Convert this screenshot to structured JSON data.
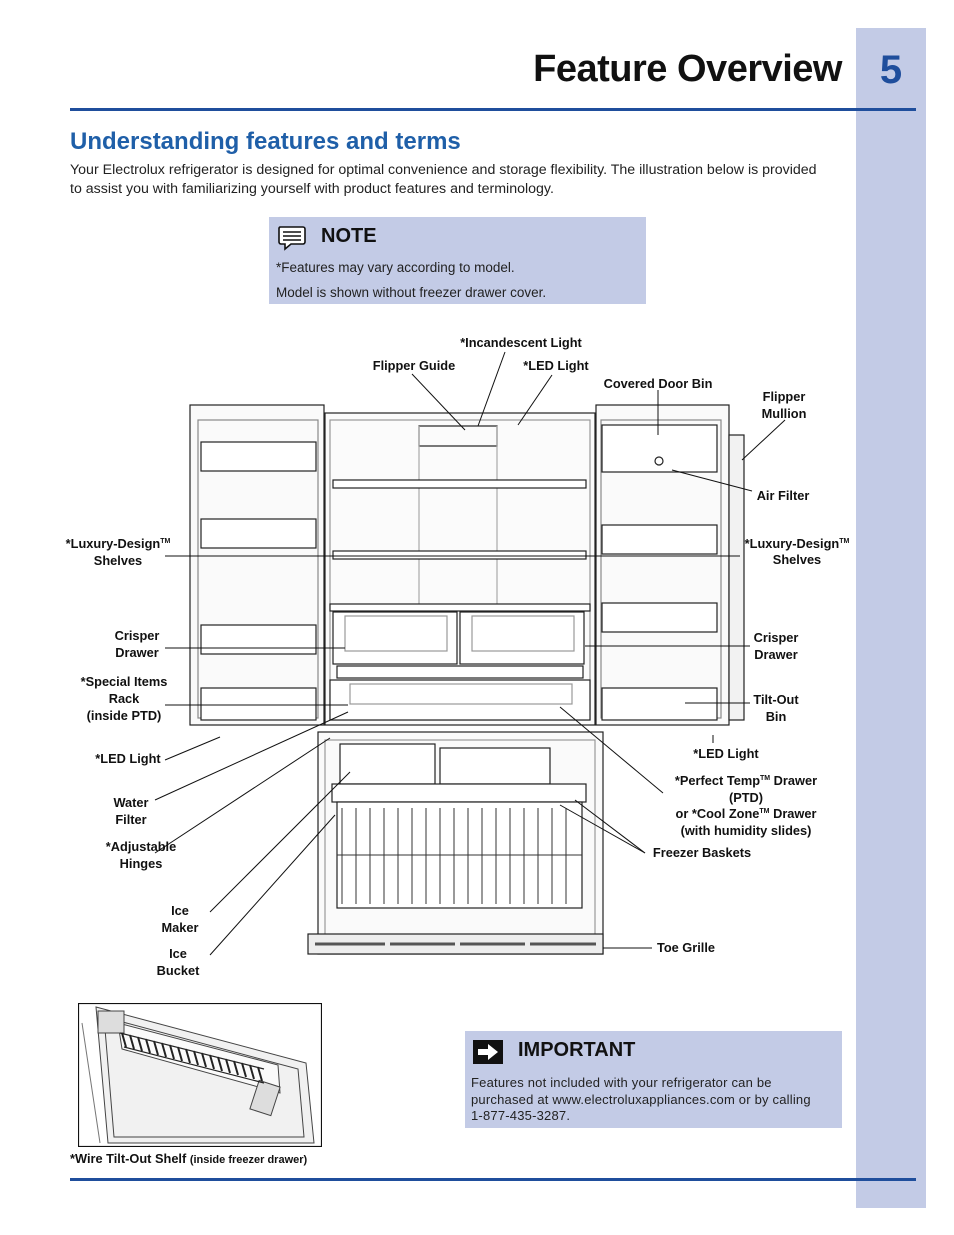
{
  "page": {
    "number": "5",
    "title": "Feature Overview"
  },
  "section": {
    "heading": "Understanding features and terms",
    "intro": "Your Electrolux refrigerator is designed for optimal convenience and storage flexibility.  The illustration below is provided to assist you with familiarizing yourself with product features and terminology."
  },
  "note": {
    "title": "NOTE",
    "icon": "note-icon",
    "lines": [
      "*Features may vary according to model.",
      "Model is shown without freezer drawer cover."
    ]
  },
  "important": {
    "title": "IMPORTANT",
    "icon": "arrow-right-icon",
    "text": "Features not included with your refrigerator can be purchased at www.electroluxappliances.com or by calling 1-877-435-3287."
  },
  "labels": {
    "incandescent_light": "*Incandescent Light",
    "flipper_guide": "Flipper Guide",
    "led_light_top": "*LED Light",
    "covered_door_bin": "Covered Door Bin",
    "flipper_mullion": [
      "Flipper",
      "Mullion"
    ],
    "air_filter": "Air Filter",
    "luxury_left": [
      "*Luxury-Design",
      "TM",
      "Shelves"
    ],
    "luxury_right": [
      "*Luxury-Design",
      "TM",
      "Shelves"
    ],
    "crisper_left": [
      "Crisper",
      "Drawer"
    ],
    "crisper_right": [
      "Crisper",
      "Drawer"
    ],
    "special_items": [
      "*Special Items",
      "Rack",
      "(inside PTD)"
    ],
    "tilt_out_bin": [
      "Tilt-Out",
      "Bin"
    ],
    "led_light_left": "*LED Light",
    "led_light_right": "*LED Light",
    "water_filter": [
      "Water",
      "Filter"
    ],
    "perfect_temp": [
      "*Perfect Temp",
      "TM",
      " Drawer",
      "(PTD)",
      "or *Cool Zone",
      "TM",
      " Drawer",
      "(with humidity slides)"
    ],
    "adjustable_hinges": [
      "*Adjustable",
      "Hinges"
    ],
    "freezer_baskets": "Freezer Baskets",
    "ice_maker": [
      "Ice",
      "Maker"
    ],
    "ice_bucket": [
      "Ice",
      "Bucket"
    ],
    "toe_grille": "Toe Grille"
  },
  "caption": {
    "main": "*Wire Tilt-Out Shelf",
    "sub": "(inside freezer drawer)"
  },
  "colors": {
    "accent_blue": "#1f4e9c",
    "heading_blue": "#1f5fa8",
    "panel_lavender": "#c3cbe6"
  }
}
